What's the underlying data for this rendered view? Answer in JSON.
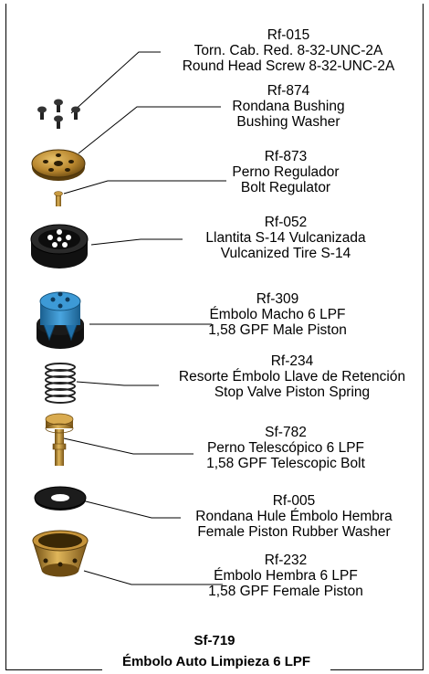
{
  "parts": [
    {
      "code": "Rf-015",
      "name_es": "Torn. Cab. Red. 8-32-UNC-2A",
      "name_en": "Round Head Screw 8-32-UNC-2A"
    },
    {
      "code": "Rf-874",
      "name_es": "Rondana Bushing",
      "name_en": "Bushing Washer"
    },
    {
      "code": "Rf-873",
      "name_es": "Perno Regulador",
      "name_en": "Bolt Regulator"
    },
    {
      "code": "Rf-052",
      "name_es": "Llantita S-14 Vulcanizada",
      "name_en": "Vulcanized Tire S-14"
    },
    {
      "code": "Rf-309",
      "name_es": "Émbolo Macho 6 LPF",
      "name_en": "1,58 GPF Male Piston"
    },
    {
      "code": "Rf-234",
      "name_es": "Resorte Émbolo Llave de Retención",
      "name_en": "Stop Valve Piston Spring"
    },
    {
      "code": "Sf-782",
      "name_es": "Perno Telescópico 6 LPF",
      "name_en": "1,58 GPF Telescopic Bolt"
    },
    {
      "code": "Rf-005",
      "name_es": "Rondana Hule Émbolo Hembra",
      "name_en": "Female Piston Rubber Washer"
    },
    {
      "code": "Rf-232",
      "name_es": "Émbolo Hembra 6 LPF",
      "name_en": "1,58 GPF Female Piston"
    }
  ],
  "footer": {
    "code": "Sf-719",
    "title": "Émbolo Auto Limpieza 6 LPF"
  },
  "colors": {
    "brass": "#b8862e",
    "blue": "#2e86c1",
    "black": "#1a1a1a"
  }
}
